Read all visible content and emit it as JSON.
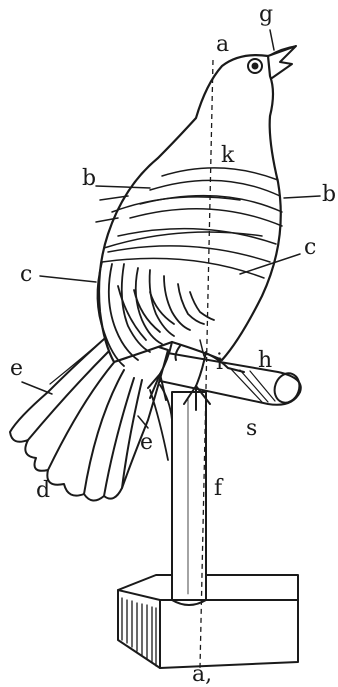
{
  "figure": {
    "labels": {
      "g": "g",
      "a_top": "a",
      "k": "k",
      "b_left": "b",
      "b_right": "b",
      "c_left": "c",
      "c_right": "c",
      "e_upper": "e",
      "e_lower": "e",
      "i": "i",
      "h": "h",
      "s": "s",
      "d": "d",
      "f": "f",
      "a_bottom": "a,"
    },
    "colors": {
      "ink": "#1a1a1a",
      "paper": "#ffffff"
    }
  }
}
